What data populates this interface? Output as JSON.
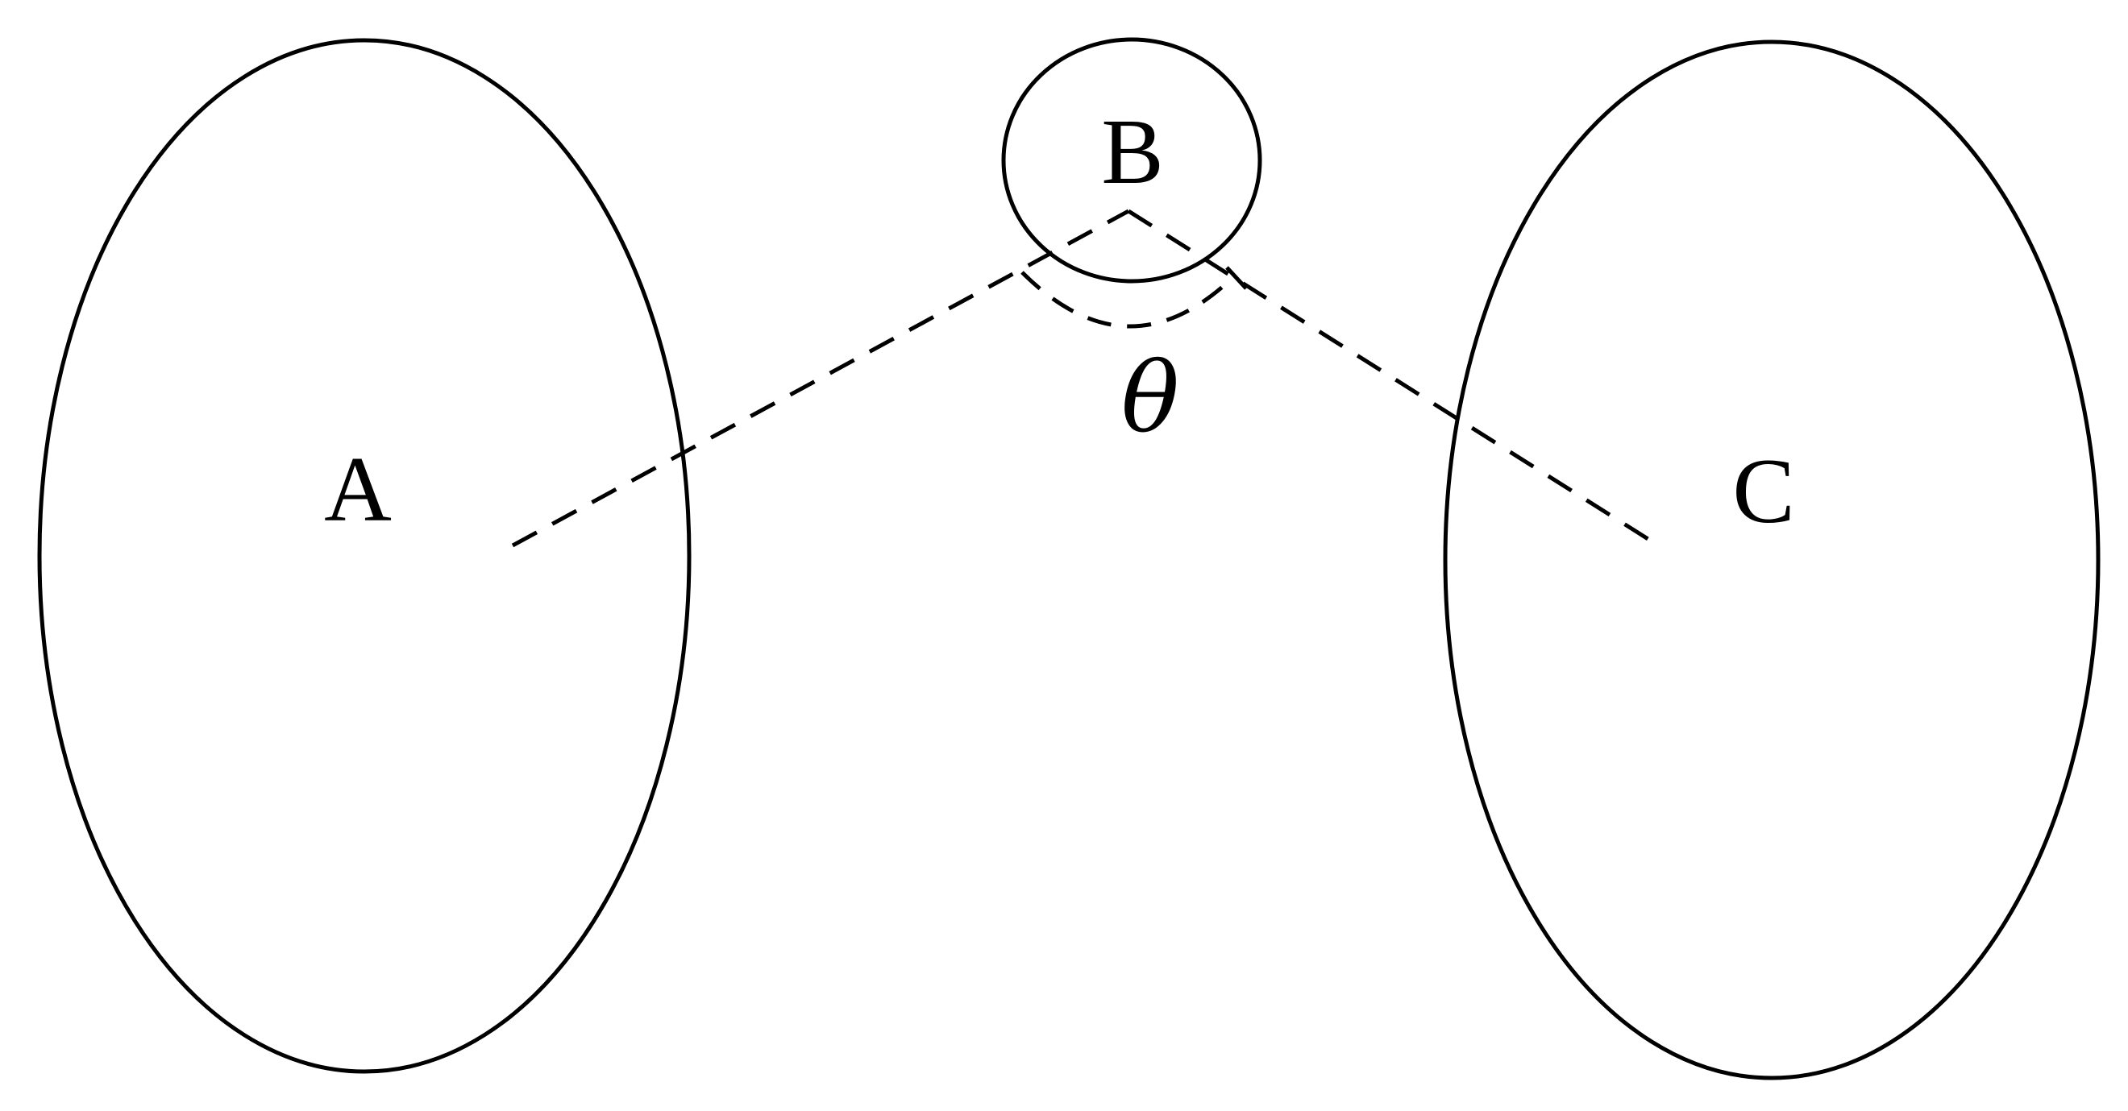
{
  "nodes": {
    "a": {
      "label": "A"
    },
    "b": {
      "label": "B"
    },
    "c": {
      "label": "C"
    }
  },
  "angle": {
    "label": "θ"
  }
}
